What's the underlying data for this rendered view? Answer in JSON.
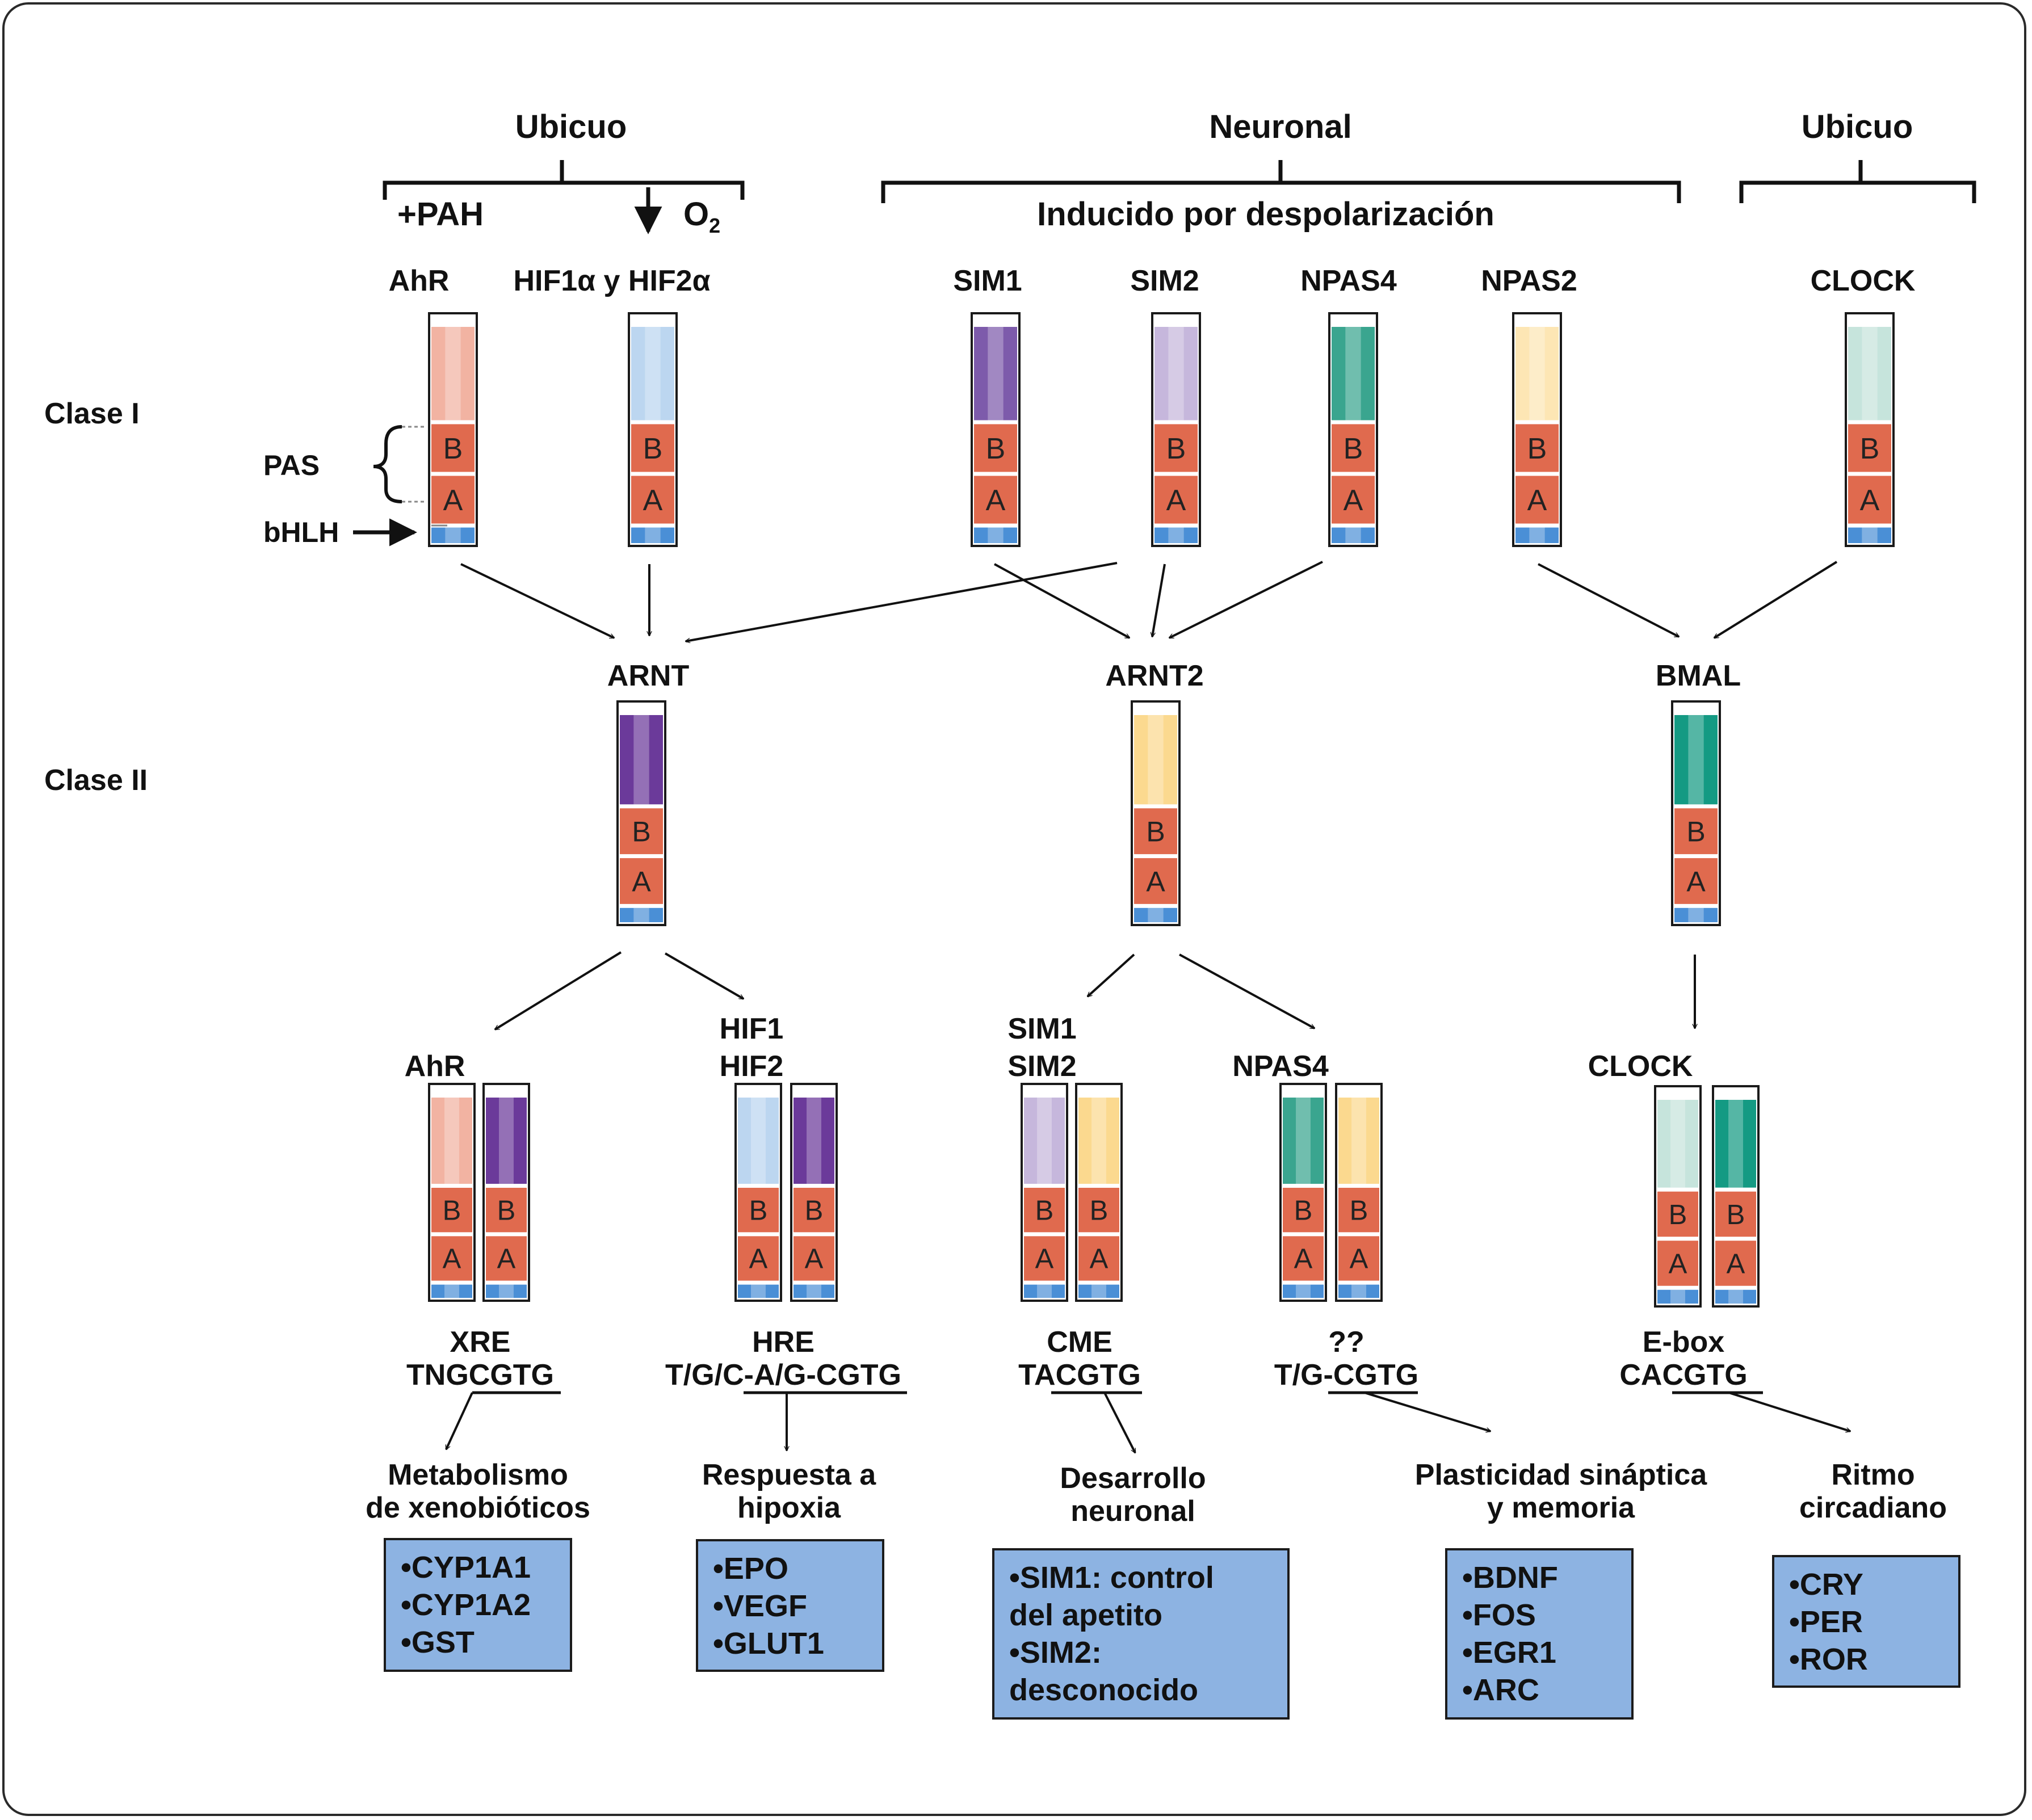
{
  "colors": {
    "domain_B_A": "#e06a4e",
    "bhlh_blue": "#4a8fd6",
    "target_box": "#8db3e2",
    "AhR": "#f2b3a2",
    "HIF": "#bcd6f0",
    "SIM1": "#7d5bab",
    "SIM2": "#c6b7dc",
    "NPAS4": "#3aa58f",
    "NPAS2": "#fde6b4",
    "CLOCK": "#c6e4dc",
    "ARNT": "#6b3a9a",
    "ARNT2": "#fbd98f",
    "BMAL": "#149a83"
  },
  "groups": {
    "ubicuo_left": "Ubicuo",
    "neuronal": "Neuronal",
    "ubicuo_right": "Ubicuo",
    "pah": "+PAH",
    "o2": "O",
    "o2_sub": "2",
    "inducido": "Inducido por despolarización"
  },
  "side_labels": {
    "clase_i": "Clase I",
    "clase_ii": "Clase II",
    "pas": "PAS",
    "bhlh": "bHLH"
  },
  "domain_letters": {
    "b": "B",
    "a": "A"
  },
  "class_i": {
    "ahr": "AhR",
    "hif": "HIF1α y HIF2α",
    "sim1": "SIM1",
    "sim2": "SIM2",
    "npas4": "NPAS4",
    "npas2": "NPAS2",
    "clock": "CLOCK"
  },
  "class_ii": {
    "arnt": "ARNT",
    "arnt2": "ARNT2",
    "bmal": "BMAL"
  },
  "dimers": {
    "ahr": "AhR",
    "hif1": "HIF1",
    "hif2": "HIF2",
    "sim1": "SIM1",
    "sim2": "SIM2",
    "npas4": "NPAS4",
    "clock": "CLOCK"
  },
  "elements": {
    "xre": {
      "name": "XRE",
      "prefix": "TNG",
      "core": "CGTG"
    },
    "hre": {
      "name": "HRE",
      "prefix": "T/G/C-A/G-",
      "core": "CGTG"
    },
    "cme": {
      "name": "CME",
      "prefix": "TA",
      "core": "CGTG"
    },
    "unk": {
      "name": "??",
      "prefix": "T/G-",
      "core": "CGTG"
    },
    "ebox": {
      "name": "E-box",
      "prefix": "CA",
      "core": "CGTG"
    }
  },
  "functions": {
    "xeno": [
      "Metabolismo",
      "de xenobióticos"
    ],
    "hipoxia": [
      "Respuesta a",
      "hipoxia"
    ],
    "neuro": [
      "Desarrollo",
      "neuronal"
    ],
    "plast": [
      "Plasticidad sináptica",
      "y memoria"
    ],
    "ritmo": [
      "Ritmo",
      "circadiano"
    ]
  },
  "targets": {
    "xeno": [
      "•CYP1A1",
      "•CYP1A2",
      "•GST"
    ],
    "hipoxia": [
      "•EPO",
      "•VEGF",
      "•GLUT1"
    ],
    "neuro": [
      "•SIM1: control",
      "del apetito",
      "•SIM2:",
      "desconocido"
    ],
    "plast": [
      "•BDNF",
      "•FOS",
      "•EGR1",
      "•ARC"
    ],
    "ritmo": [
      "•CRY",
      "•PER",
      "•ROR"
    ]
  }
}
